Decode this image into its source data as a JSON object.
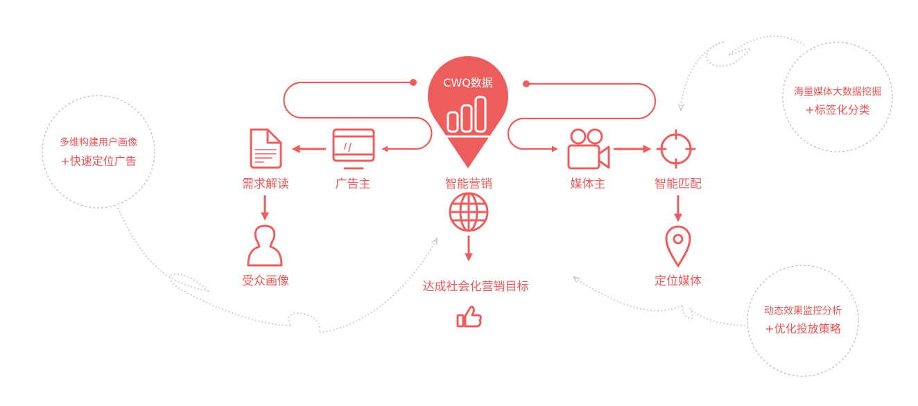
{
  "colors": {
    "accent": "#ee5d5d",
    "dotted": "#cfcfcf",
    "circle_border": "#bdbdbd"
  },
  "center": {
    "pin_title": "CWQ数据",
    "label": "智能营销",
    "goal": "达成社会化营销目标"
  },
  "left_flow": {
    "advertiser": "广告主",
    "demand": "需求解读",
    "audience": "受众画像"
  },
  "right_flow": {
    "media_owner": "媒体主",
    "matching": "智能匹配",
    "positioning": "定位媒体"
  },
  "bubbles": [
    {
      "line1": "多维构建用户画像",
      "line2": "+快速定位广告"
    },
    {
      "line1": "海量媒体大数据挖掘",
      "line2": "+标签化分类"
    },
    {
      "line1": "动态效果监控分析",
      "line2": "+优化投放策略"
    }
  ]
}
